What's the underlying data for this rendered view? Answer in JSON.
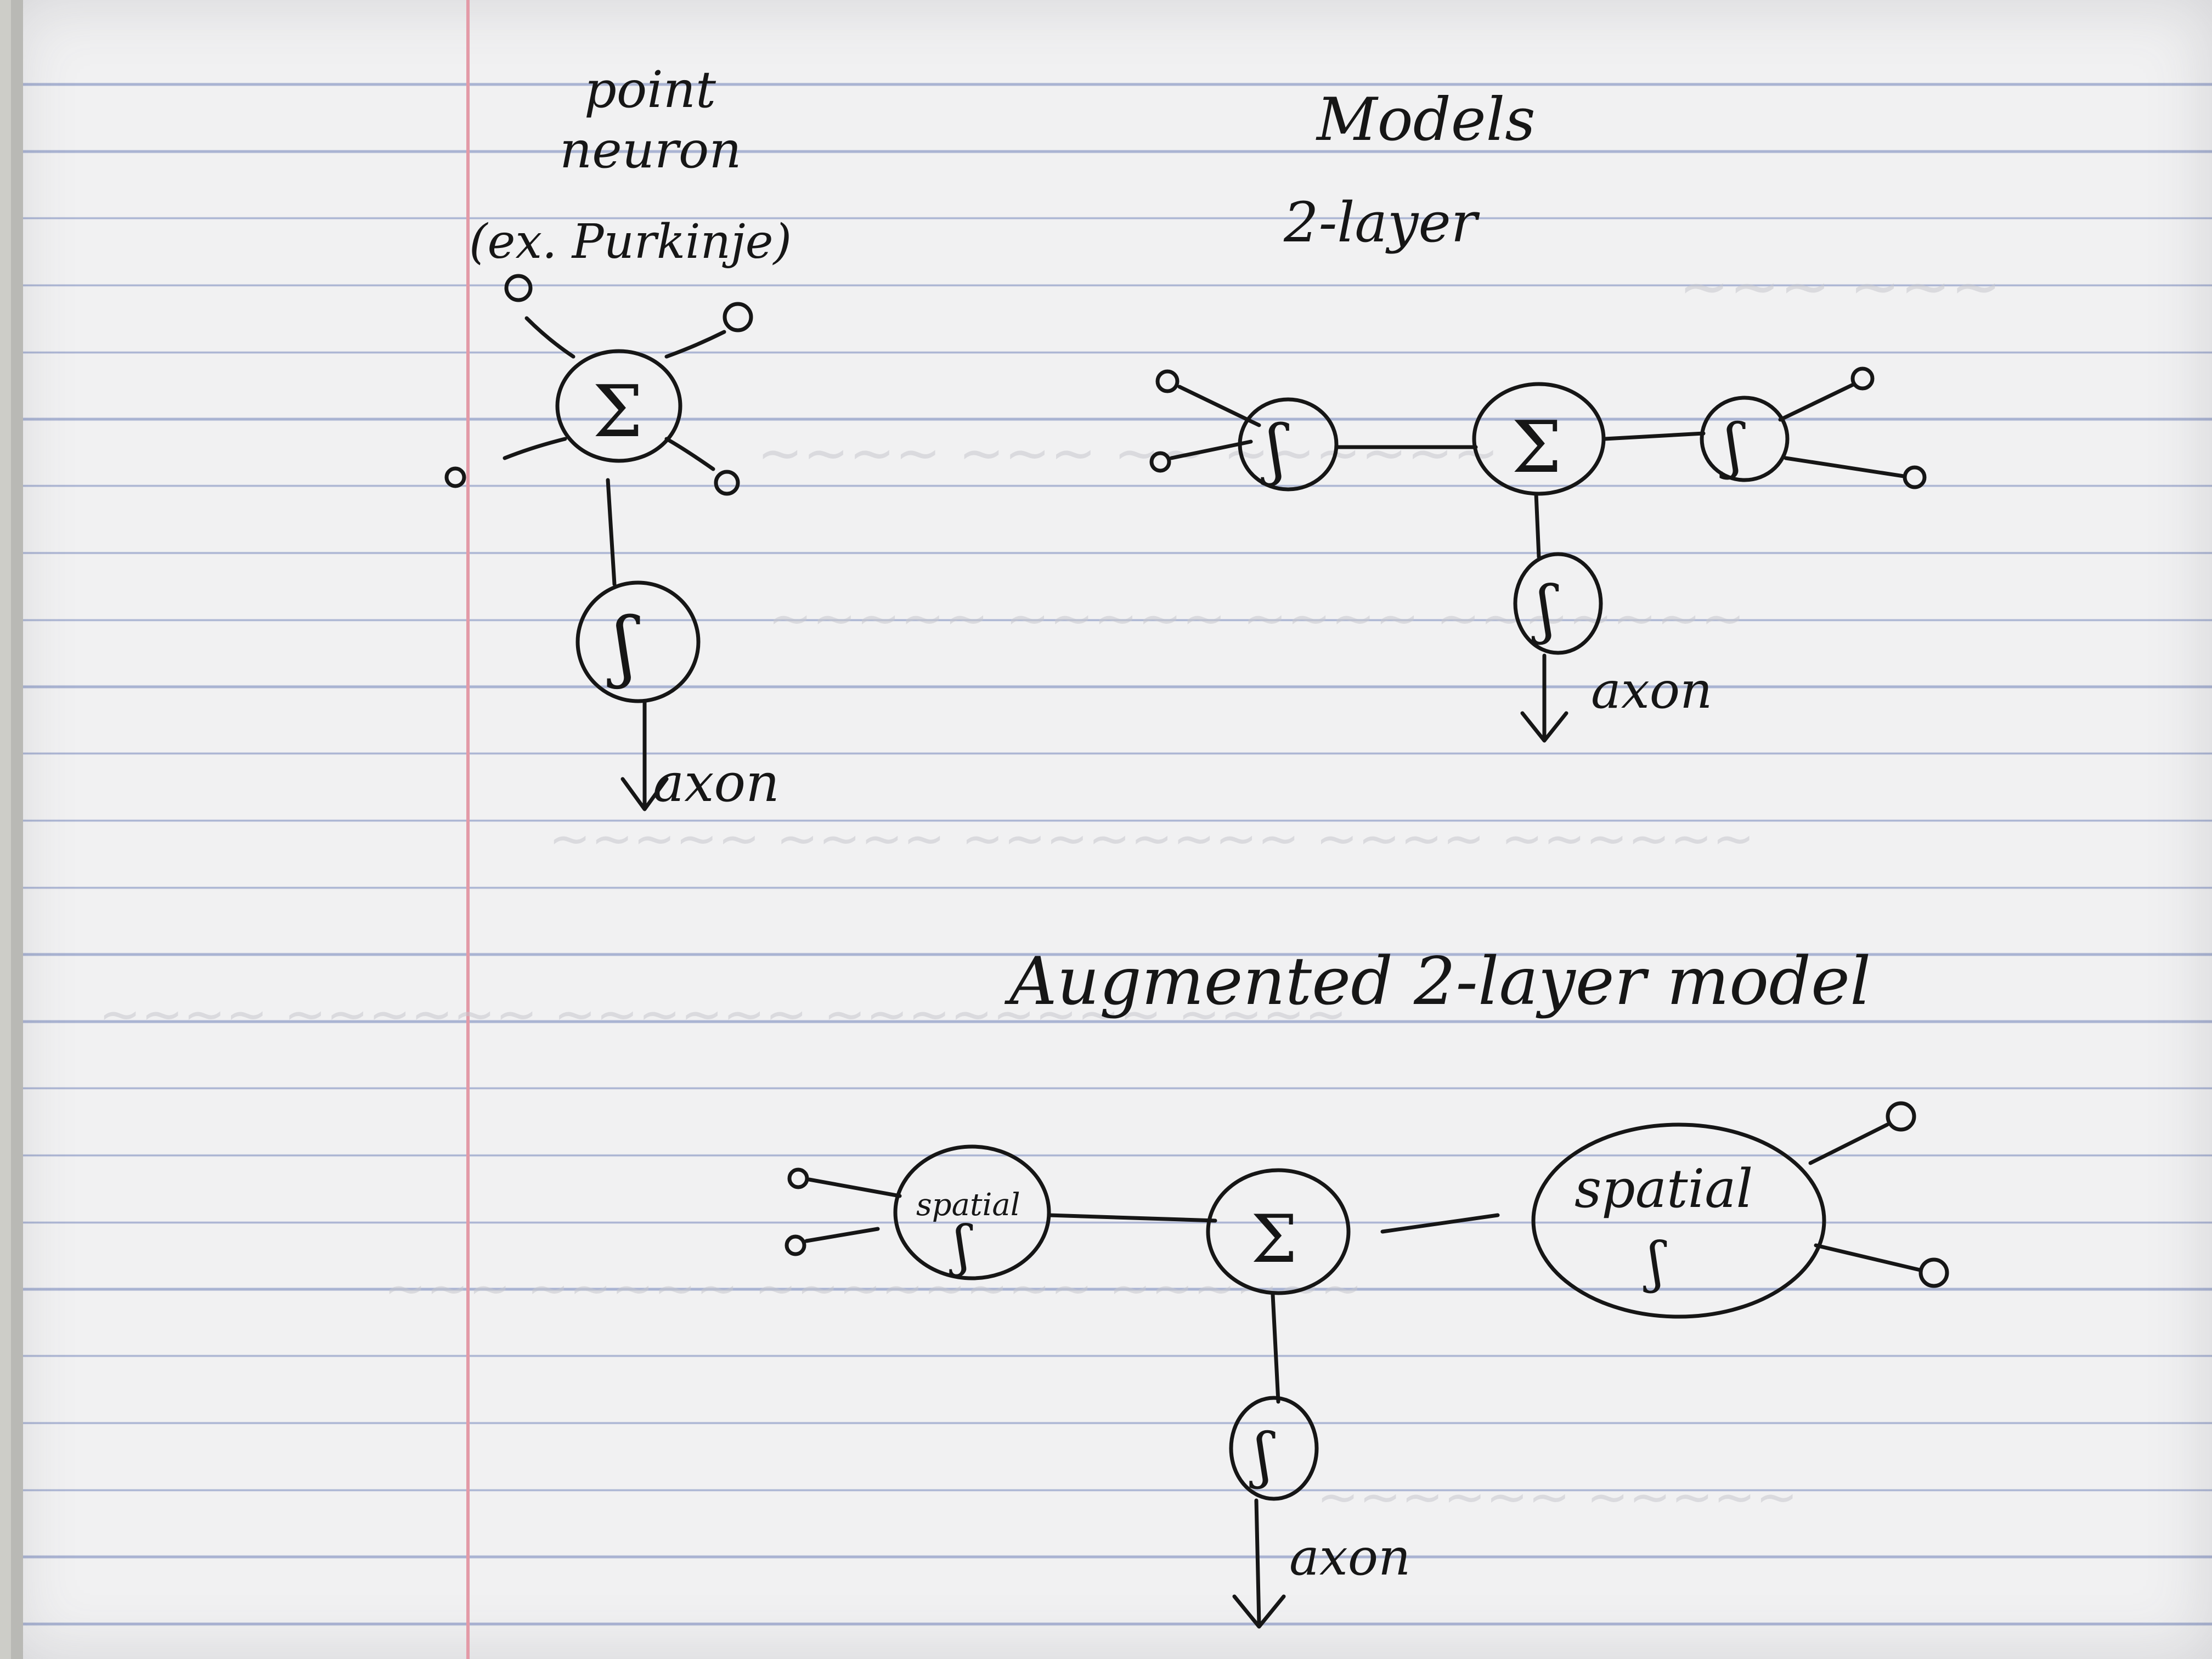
{
  "diagram": {
    "point_neuron": {
      "title_line1": "point",
      "title_line2": "neuron",
      "title_line3": "(ex. Purkinje)",
      "soma_symbol": "Σ",
      "output_symbol": "ʃ",
      "axon_label": "axon"
    },
    "two_layer": {
      "title_line1": "Models",
      "title_line2": "2-layer",
      "sum_symbol": "Σ",
      "branch_symbol": "ʃ",
      "axon_label": "axon"
    },
    "augmented": {
      "title": "Augmented 2-layer model",
      "left_node_label": "spatial",
      "right_node_label": "spatial",
      "branch_symbol": "ʃ",
      "sum_symbol": "Σ",
      "axon_label": "axon"
    }
  },
  "colors": {
    "ink": "#161616",
    "paper": "#f1f1f2",
    "rule_line": "#a9b3d2",
    "margin_line": "#e39aa7"
  }
}
